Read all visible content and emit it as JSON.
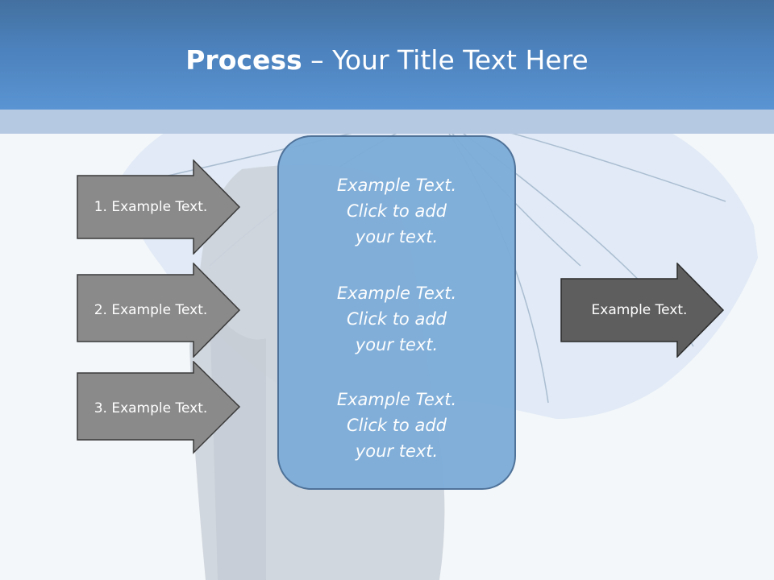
{
  "title": {
    "bold": "Process",
    "rest": " – Your Title Text Here"
  },
  "steps": [
    {
      "label": "1. Example Text."
    },
    {
      "label": "2. Example Text."
    },
    {
      "label": "3. Example Text."
    }
  ],
  "center_blocks": [
    {
      "line1": "Example Text.",
      "line2": "Click  to add",
      "line3": "your text."
    },
    {
      "line1": "Example Text.",
      "line2": "Click  to add",
      "line3": "your text."
    },
    {
      "line1": "Example Text.",
      "line2": "Click  to add",
      "line3": "your text."
    }
  ],
  "output": {
    "label": "Example Text."
  },
  "colors": {
    "title_bar": "#4c82bd",
    "arrow_gray": "#8a8a8a",
    "arrow_dark": "#5e5e5e",
    "center_box": "#7dadd9"
  }
}
